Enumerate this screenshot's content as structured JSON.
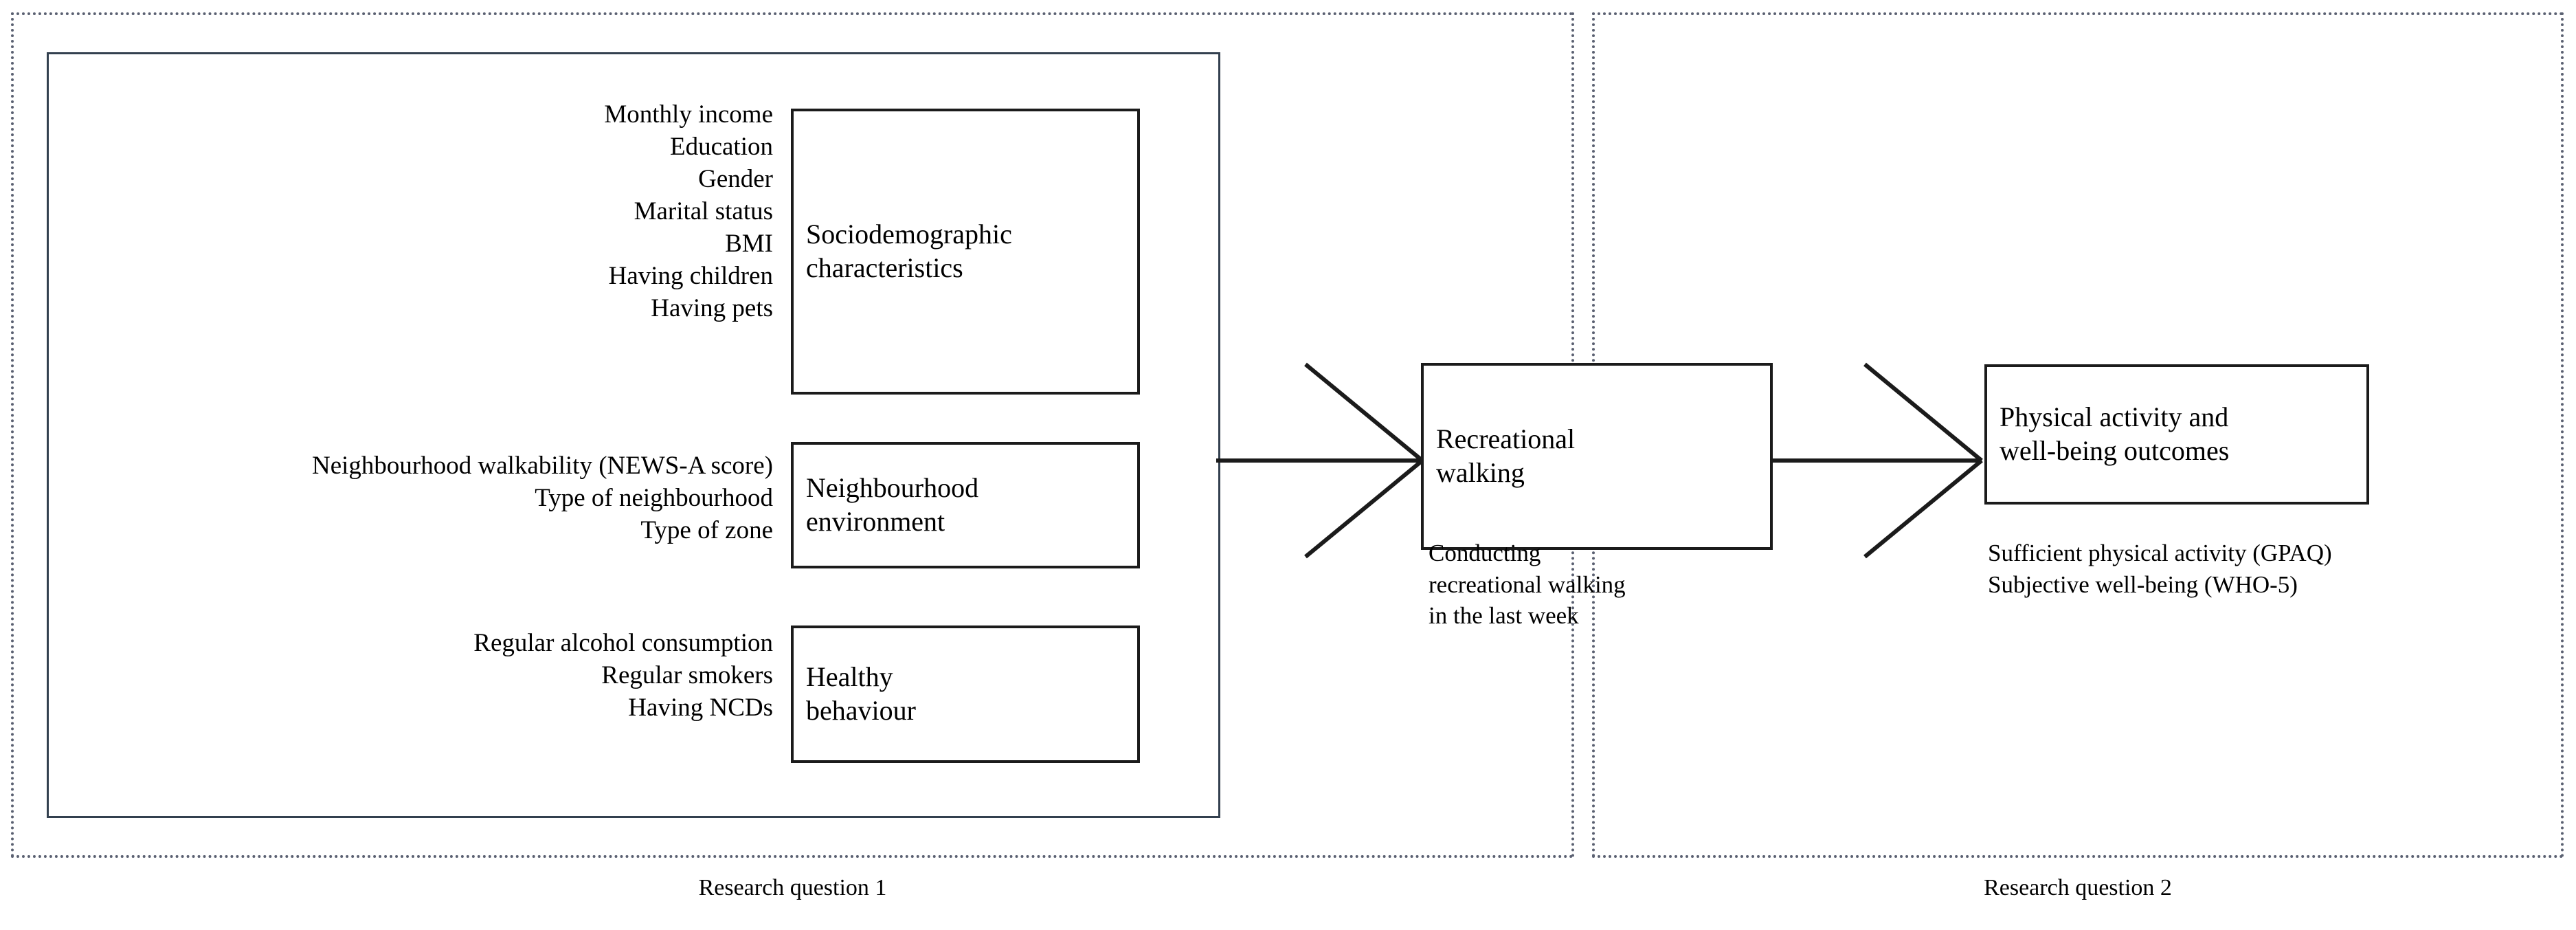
{
  "diagram": {
    "title_visible": false,
    "panels": [
      {
        "id": "rq1",
        "caption": "Research question 1"
      },
      {
        "id": "rq2",
        "caption": "Research question 2"
      }
    ],
    "exposure_groups": [
      {
        "box_label": "Sociodemographic\ncharacteristics",
        "box_label_line1": "Sociodemographic",
        "box_label_line2": "characteristics",
        "variables": [
          "Monthly income",
          "Education",
          "Gender",
          "Marital status",
          "BMI",
          "Having children",
          "Having pets"
        ]
      },
      {
        "box_label_line1": "Neighbourhood",
        "box_label_line2": "environment",
        "variables": [
          "Neighbourhood walkability (NEWS-A score)",
          "Type of neighbourhood",
          "Type of zone"
        ]
      },
      {
        "box_label_line1": "Healthy",
        "box_label_line2": "behaviour",
        "variables": [
          "Regular alcohol consumption",
          "Regular smokers",
          "Having NCDs"
        ]
      }
    ],
    "mediator": {
      "box_label_line1": "Recreational",
      "box_label_line2": "walking",
      "note_lines": [
        "Conducting",
        "recreational walking",
        "in the last week"
      ]
    },
    "outcome": {
      "box_label_line1": "Physical activity and",
      "box_label_line2": "well-being outcomes",
      "note_lines": [
        "Sufficient physical activity (GPAQ)",
        "Subjective well-being (WHO-5)"
      ]
    },
    "colors": {
      "box_border": "#1b1b1b",
      "container_border": "#33404f",
      "panel_border": "#5b6172",
      "text": "#000000",
      "background": "#ffffff"
    }
  }
}
